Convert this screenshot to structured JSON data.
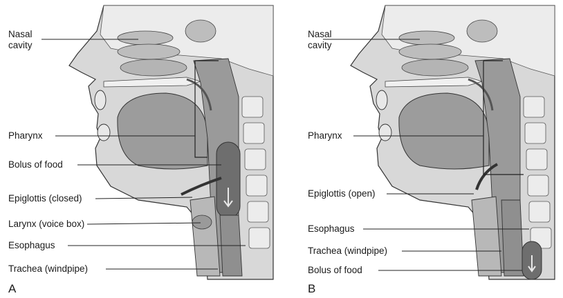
{
  "panel_a": {
    "letter": "A",
    "labels": {
      "nasal_cavity_1": "Nasal",
      "nasal_cavity_2": "cavity",
      "pharynx": "Pharynx",
      "bolus": "Bolus of food",
      "epiglottis": "Epiglottis (closed)",
      "larynx": "Larynx (voice box)",
      "esophagus": "Esophagus",
      "trachea": "Trachea (windpipe)"
    }
  },
  "panel_b": {
    "letter": "B",
    "labels": {
      "nasal_cavity_1": "Nasal",
      "nasal_cavity_2": "cavity",
      "pharynx": "Pharynx",
      "epiglottis": "Epiglottis (open)",
      "esophagus": "Esophagus",
      "trachea": "Trachea (windpipe)",
      "bolus": "Bolus of food"
    }
  },
  "colors": {
    "bone": "#e4e4e4",
    "soft_tissue": "#c9c9c9",
    "dark_tissue": "#8a8a8a",
    "tongue": "#9c9c9c",
    "bolus": "#6e6e6e",
    "outline": "#333333",
    "leader": "#222222"
  }
}
